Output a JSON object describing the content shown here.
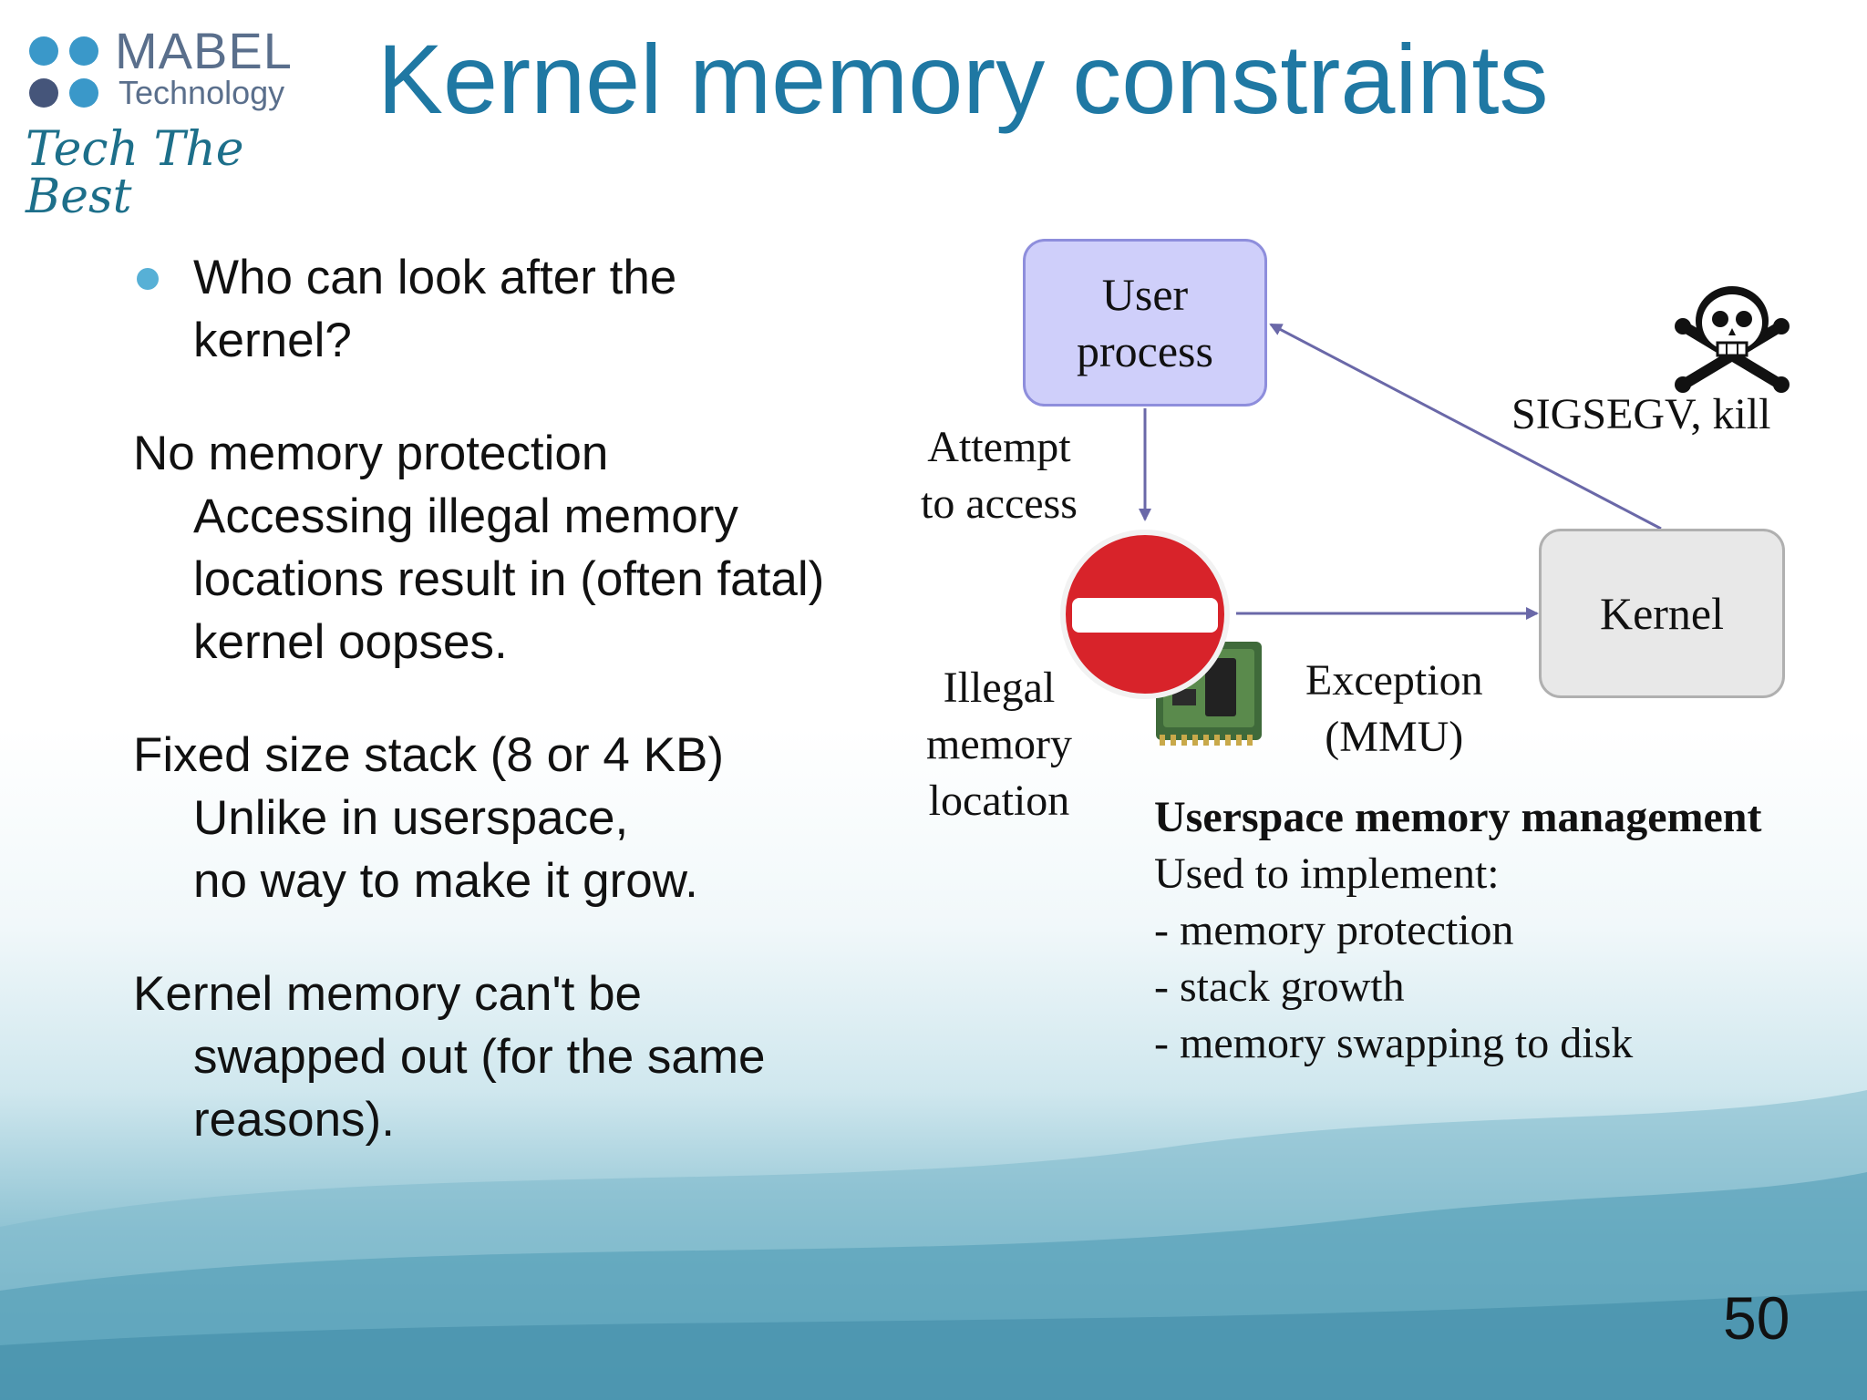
{
  "logo": {
    "brand": "MABEL",
    "subbrand": "Technology",
    "tagline": "Tech The Best"
  },
  "slide": {
    "title": "Kernel memory constraints",
    "page_number": "50"
  },
  "content": {
    "bullet": "Who can look after the kernel?",
    "bullet_line1": "Who can look after the",
    "bullet_line2": "kernel?",
    "sections": [
      {
        "heading": "No memory protection",
        "lines": [
          "Accessing illegal memory",
          "locations result in (often fatal)",
          "kernel oopses."
        ]
      },
      {
        "heading": "Fixed size stack (8 or 4 KB)",
        "lines": [
          "Unlike in userspace,",
          "no way to make it grow."
        ]
      },
      {
        "heading": "Kernel memory can't be",
        "lines": [
          "swapped out (for the same",
          "reasons)."
        ]
      }
    ]
  },
  "diagram": {
    "user_process_line1": "User",
    "user_process_line2": "process",
    "kernel": "Kernel",
    "attempt_line1": "Attempt",
    "attempt_line2": "to access",
    "illegal_line1": "Illegal",
    "illegal_line2": "memory",
    "illegal_line3": "location",
    "exception_line1": "Exception",
    "exception_line2": "(MMU)",
    "sigsegv": "SIGSEGV, kill",
    "note_title": "Userspace memory management",
    "note_lines": [
      "Used to implement:",
      "- memory protection",
      "- stack growth",
      "- memory swapping to disk"
    ]
  },
  "colors": {
    "title": "#1f78a3",
    "arrow": "#6a68a8",
    "no_entry": "#d8232a",
    "user_box": "#cfcffa",
    "kernel_box": "#e8e8e8"
  }
}
